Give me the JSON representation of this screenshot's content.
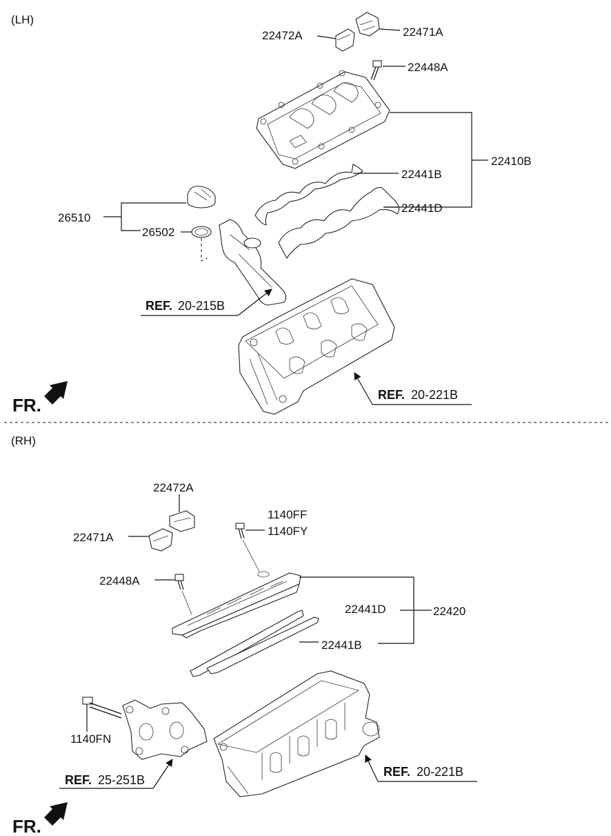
{
  "sections": {
    "lh": "(LH)",
    "rh": "(RH)"
  },
  "front_label": "FR.",
  "ref_prefix": "REF.",
  "lh": {
    "coil_connector": "22472A",
    "ignition_coil": "22471A",
    "bolt": "22448A",
    "cover_assembly": "22410B",
    "gasket_b": "22441B",
    "gasket_d": "22441D",
    "filler_cap_assy": "26510",
    "filler_cap_seal": "26502",
    "ref_oil_filler": "20-215B",
    "ref_cylinder_head": "20-221B"
  },
  "rh": {
    "coil_connector": "22472A",
    "ignition_coil": "22471A",
    "bolt_ff": "1140FF",
    "bolt_fy": "1140FY",
    "bolt": "22448A",
    "cover_assembly": "22420",
    "gasket_d": "22441D",
    "gasket_b": "22441B",
    "bracket_bolt": "1140FN",
    "ref_bracket": "25-251B",
    "ref_cylinder_head": "20-221B"
  }
}
